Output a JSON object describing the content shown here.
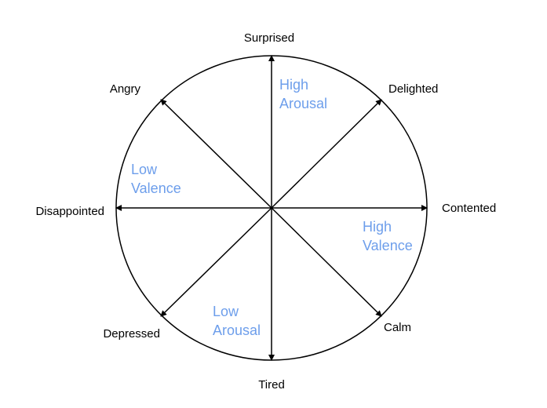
{
  "colors": {
    "line": "#000000",
    "accent": "#6d9eeb",
    "background": "#ffffff"
  },
  "emotions": {
    "surprised": "Surprised",
    "delighted": "Delighted",
    "contented": "Contented",
    "calm": "Calm",
    "tired": "Tired",
    "depressed": "Depressed",
    "disappointed": "Disappointed",
    "angry": "Angry"
  },
  "regions": {
    "high_arousal": [
      "High",
      "Arousal"
    ],
    "low_arousal": [
      "Low",
      "Arousal"
    ],
    "low_valence": [
      "Low",
      "Valence"
    ],
    "high_valence": [
      "High",
      "Valence"
    ]
  }
}
